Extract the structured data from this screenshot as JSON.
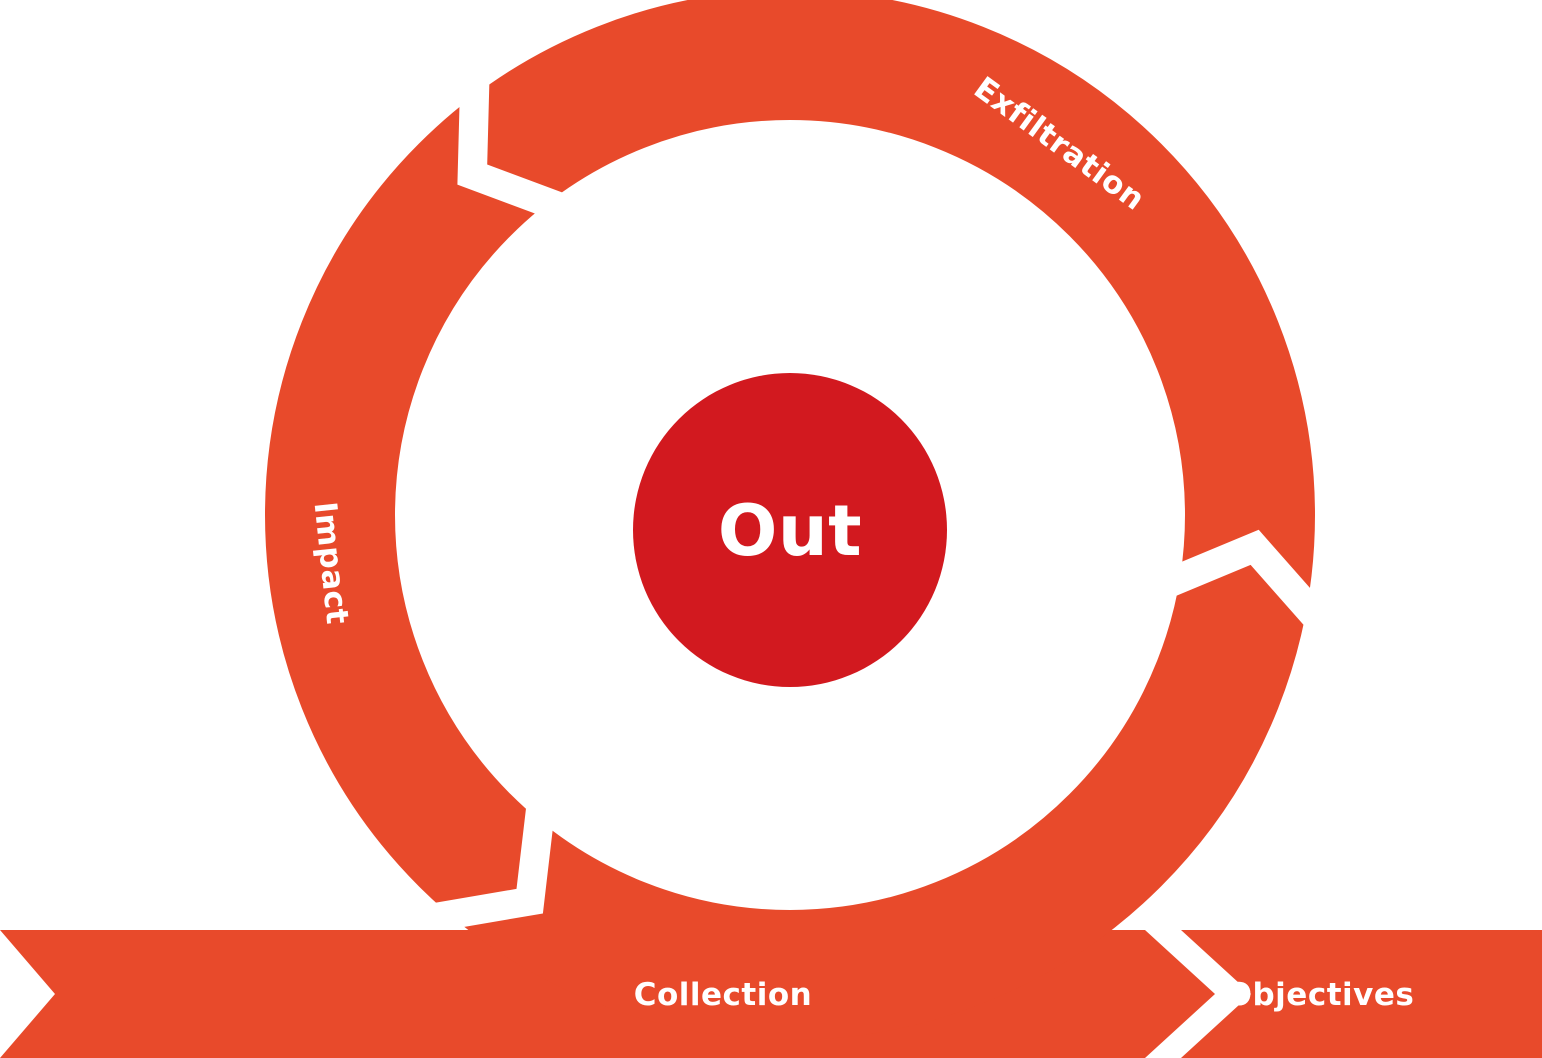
{
  "colors": {
    "ring": "#E84A2B",
    "center": "#D2191F",
    "bg": "#FFFFFF",
    "label": "#FFFFFF"
  },
  "diagram": {
    "type": "cycle-loop-with-banner-arrow",
    "center_label": "Out",
    "phases": [
      {
        "label": "Collection"
      },
      {
        "label": "Exfiltration"
      },
      {
        "label": "Impact"
      },
      {
        "label": "Objectives"
      }
    ]
  }
}
